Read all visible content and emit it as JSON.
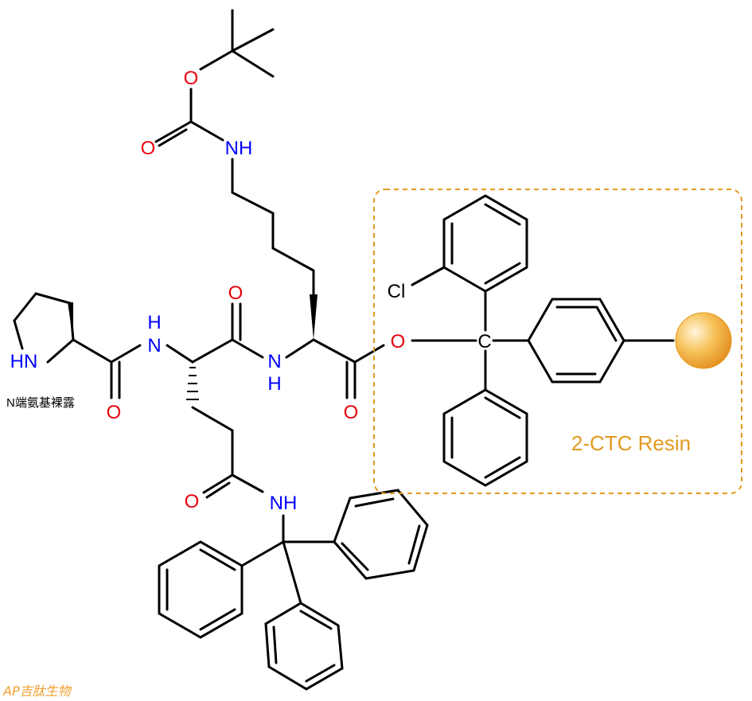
{
  "colors": {
    "bond": "#000000",
    "oxygen": "#e8000b",
    "nitrogen": "#0000ff",
    "resin": "#e39a20",
    "resin_bead": "#f5b642",
    "logo": "#f0a030"
  },
  "labels": {
    "boc_o_ether": "O",
    "boc_o_carbonyl": "O",
    "boc_nh": "NH",
    "pro_n": "HN",
    "n_terminal_note": "N端氨基裸露",
    "gln_nh_n": "N",
    "gln_nh_h": "H",
    "gln_carbonyl_o": "O",
    "pro_carbonyl_o": "O",
    "lys_nh_n": "N",
    "lys_nh_h": "H",
    "lys_ester_o": "O",
    "lys_carbonyl_o": "O",
    "gln_side_o": "O",
    "gln_side_nh": "NH",
    "chloro": "Cl",
    "central_c": "C",
    "resin_name": "2-CTC Resin",
    "logo_text": "AP吉肽生物"
  },
  "icons": {
    "resin_bead": "resin-bead-icon",
    "logo": "logo-icon"
  }
}
